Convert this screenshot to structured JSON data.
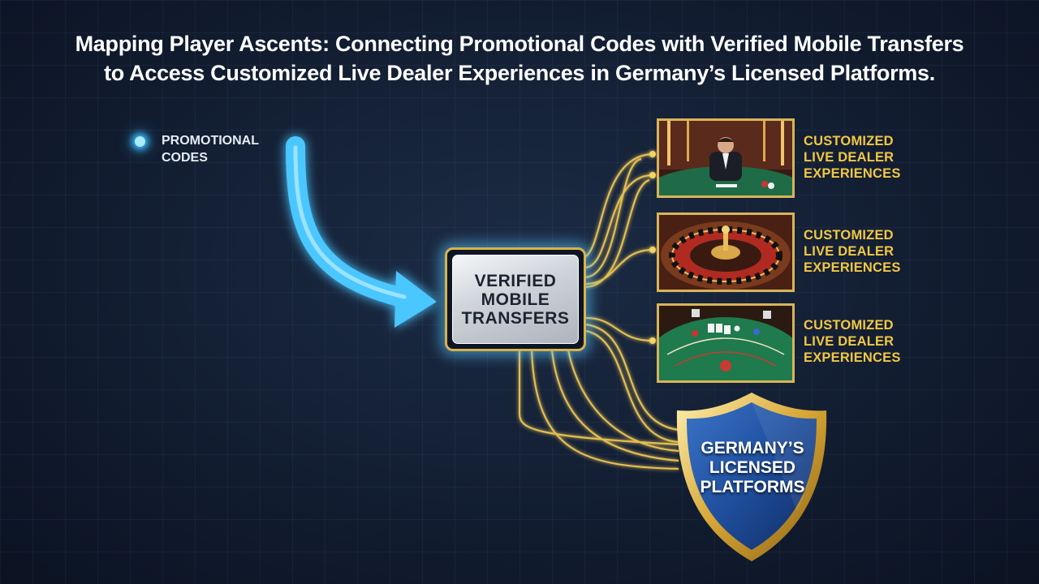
{
  "title": {
    "line1": "Mapping Player Ascents: Connecting Promotional Codes with Verified Mobile Transfers",
    "line2": "to Access Customized Live Dealer Experiences in Germany’s Licensed Platforms."
  },
  "nodes": {
    "promotional_codes": {
      "line1": "PROMOTIONAL",
      "line2": "CODES"
    },
    "verified_mobile_transfers": {
      "line1": "VERIFIED",
      "line2": "MOBILE",
      "line3": "TRANSFERS"
    },
    "experiences": [
      {
        "line1": "CUSTOMIZED",
        "line2": "LIVE DEALER",
        "line3": "EXPERIENCES",
        "image": "live-dealer-blackjack-table"
      },
      {
        "line1": "CUSTOMIZED",
        "line2": "LIVE DEALER",
        "line3": "EXPERIENCES",
        "image": "roulette-wheel"
      },
      {
        "line1": "CUSTOMIZED",
        "line2": "LIVE DEALER",
        "line3": "EXPERIENCES",
        "image": "blackjack-table-chips"
      }
    ],
    "licensed_platforms": {
      "line1": "GERMANY’S",
      "line2": "LICENSED",
      "line3": "PLATFORMS",
      "icon": "shield-icon"
    }
  },
  "colors": {
    "background": "#121d31",
    "arrow": "#4cc7ff",
    "connector": "#e2be52",
    "label_gold": "#f2c744",
    "shield_blue": "#1f4f9e"
  }
}
